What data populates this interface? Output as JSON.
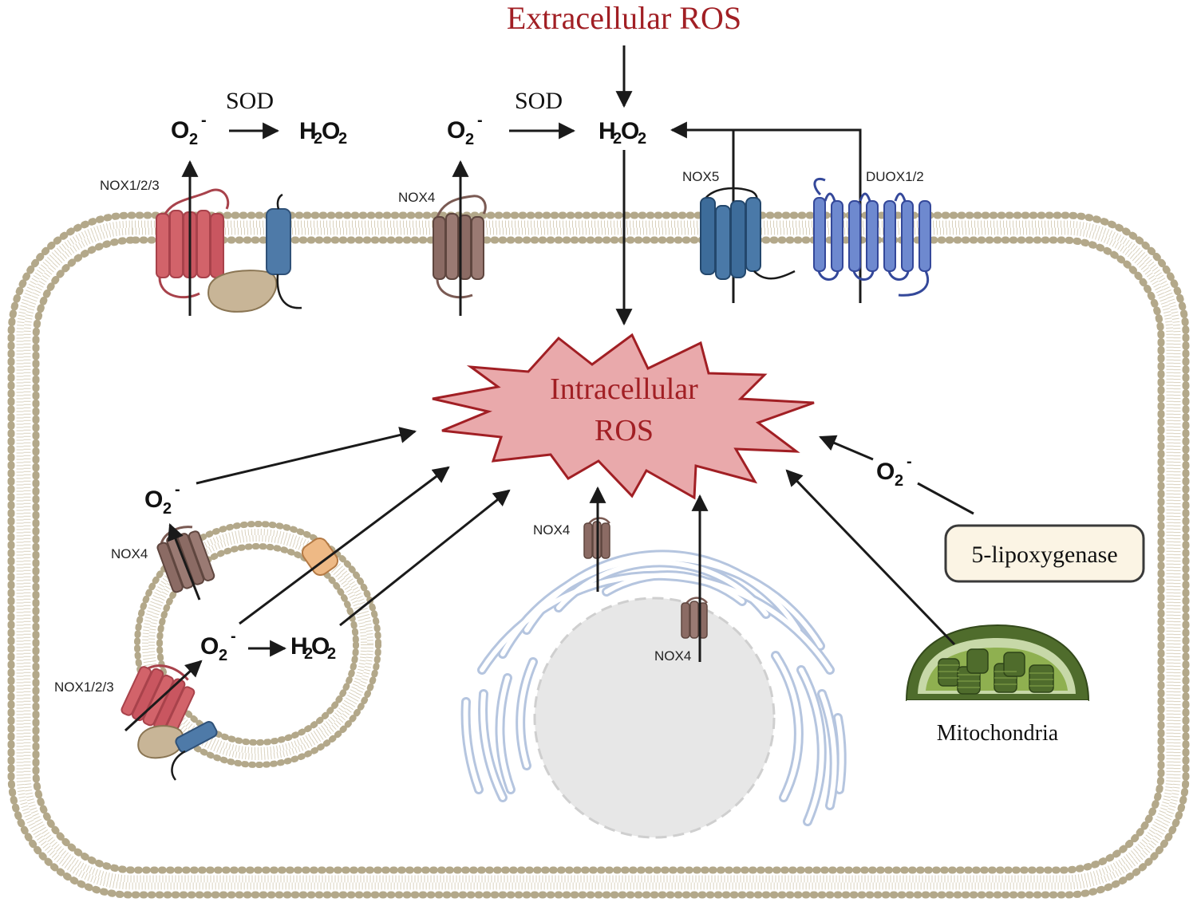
{
  "title": "Extracellular ROS",
  "center_label": [
    "Intracellular",
    "ROS"
  ],
  "labels": {
    "sod": "SOD",
    "o2": "O",
    "o2_sub": "2",
    "o2_sup": "-",
    "h2o2_h": "H",
    "h2o2_o": "O",
    "h2o2_sub": "2",
    "nox123": "NOX1/2/3",
    "nox4": "NOX4",
    "nox5": "NOX5",
    "duox": "DUOX1/2",
    "lipox": "5-lipoxygenase",
    "mito": "Mitochondria"
  },
  "colors": {
    "title_red": "#a11f24",
    "star_fill": "#e9a9ab",
    "star_stroke": "#a11f24",
    "membrane": "#b3a88a",
    "nox123": "#d2636a",
    "nox4": "#8b6b64",
    "nox5": "#3d6c9a",
    "duox": "#6e89cf",
    "p22phox": "#4e7aa8",
    "blob": "#c8b597",
    "er": "#b5c5df",
    "nucleus": "#e7e7e7",
    "mito_outer": "#4f6c2c",
    "mito_inner": "#8fb050",
    "lipox_fill": "#fbf4e4"
  }
}
